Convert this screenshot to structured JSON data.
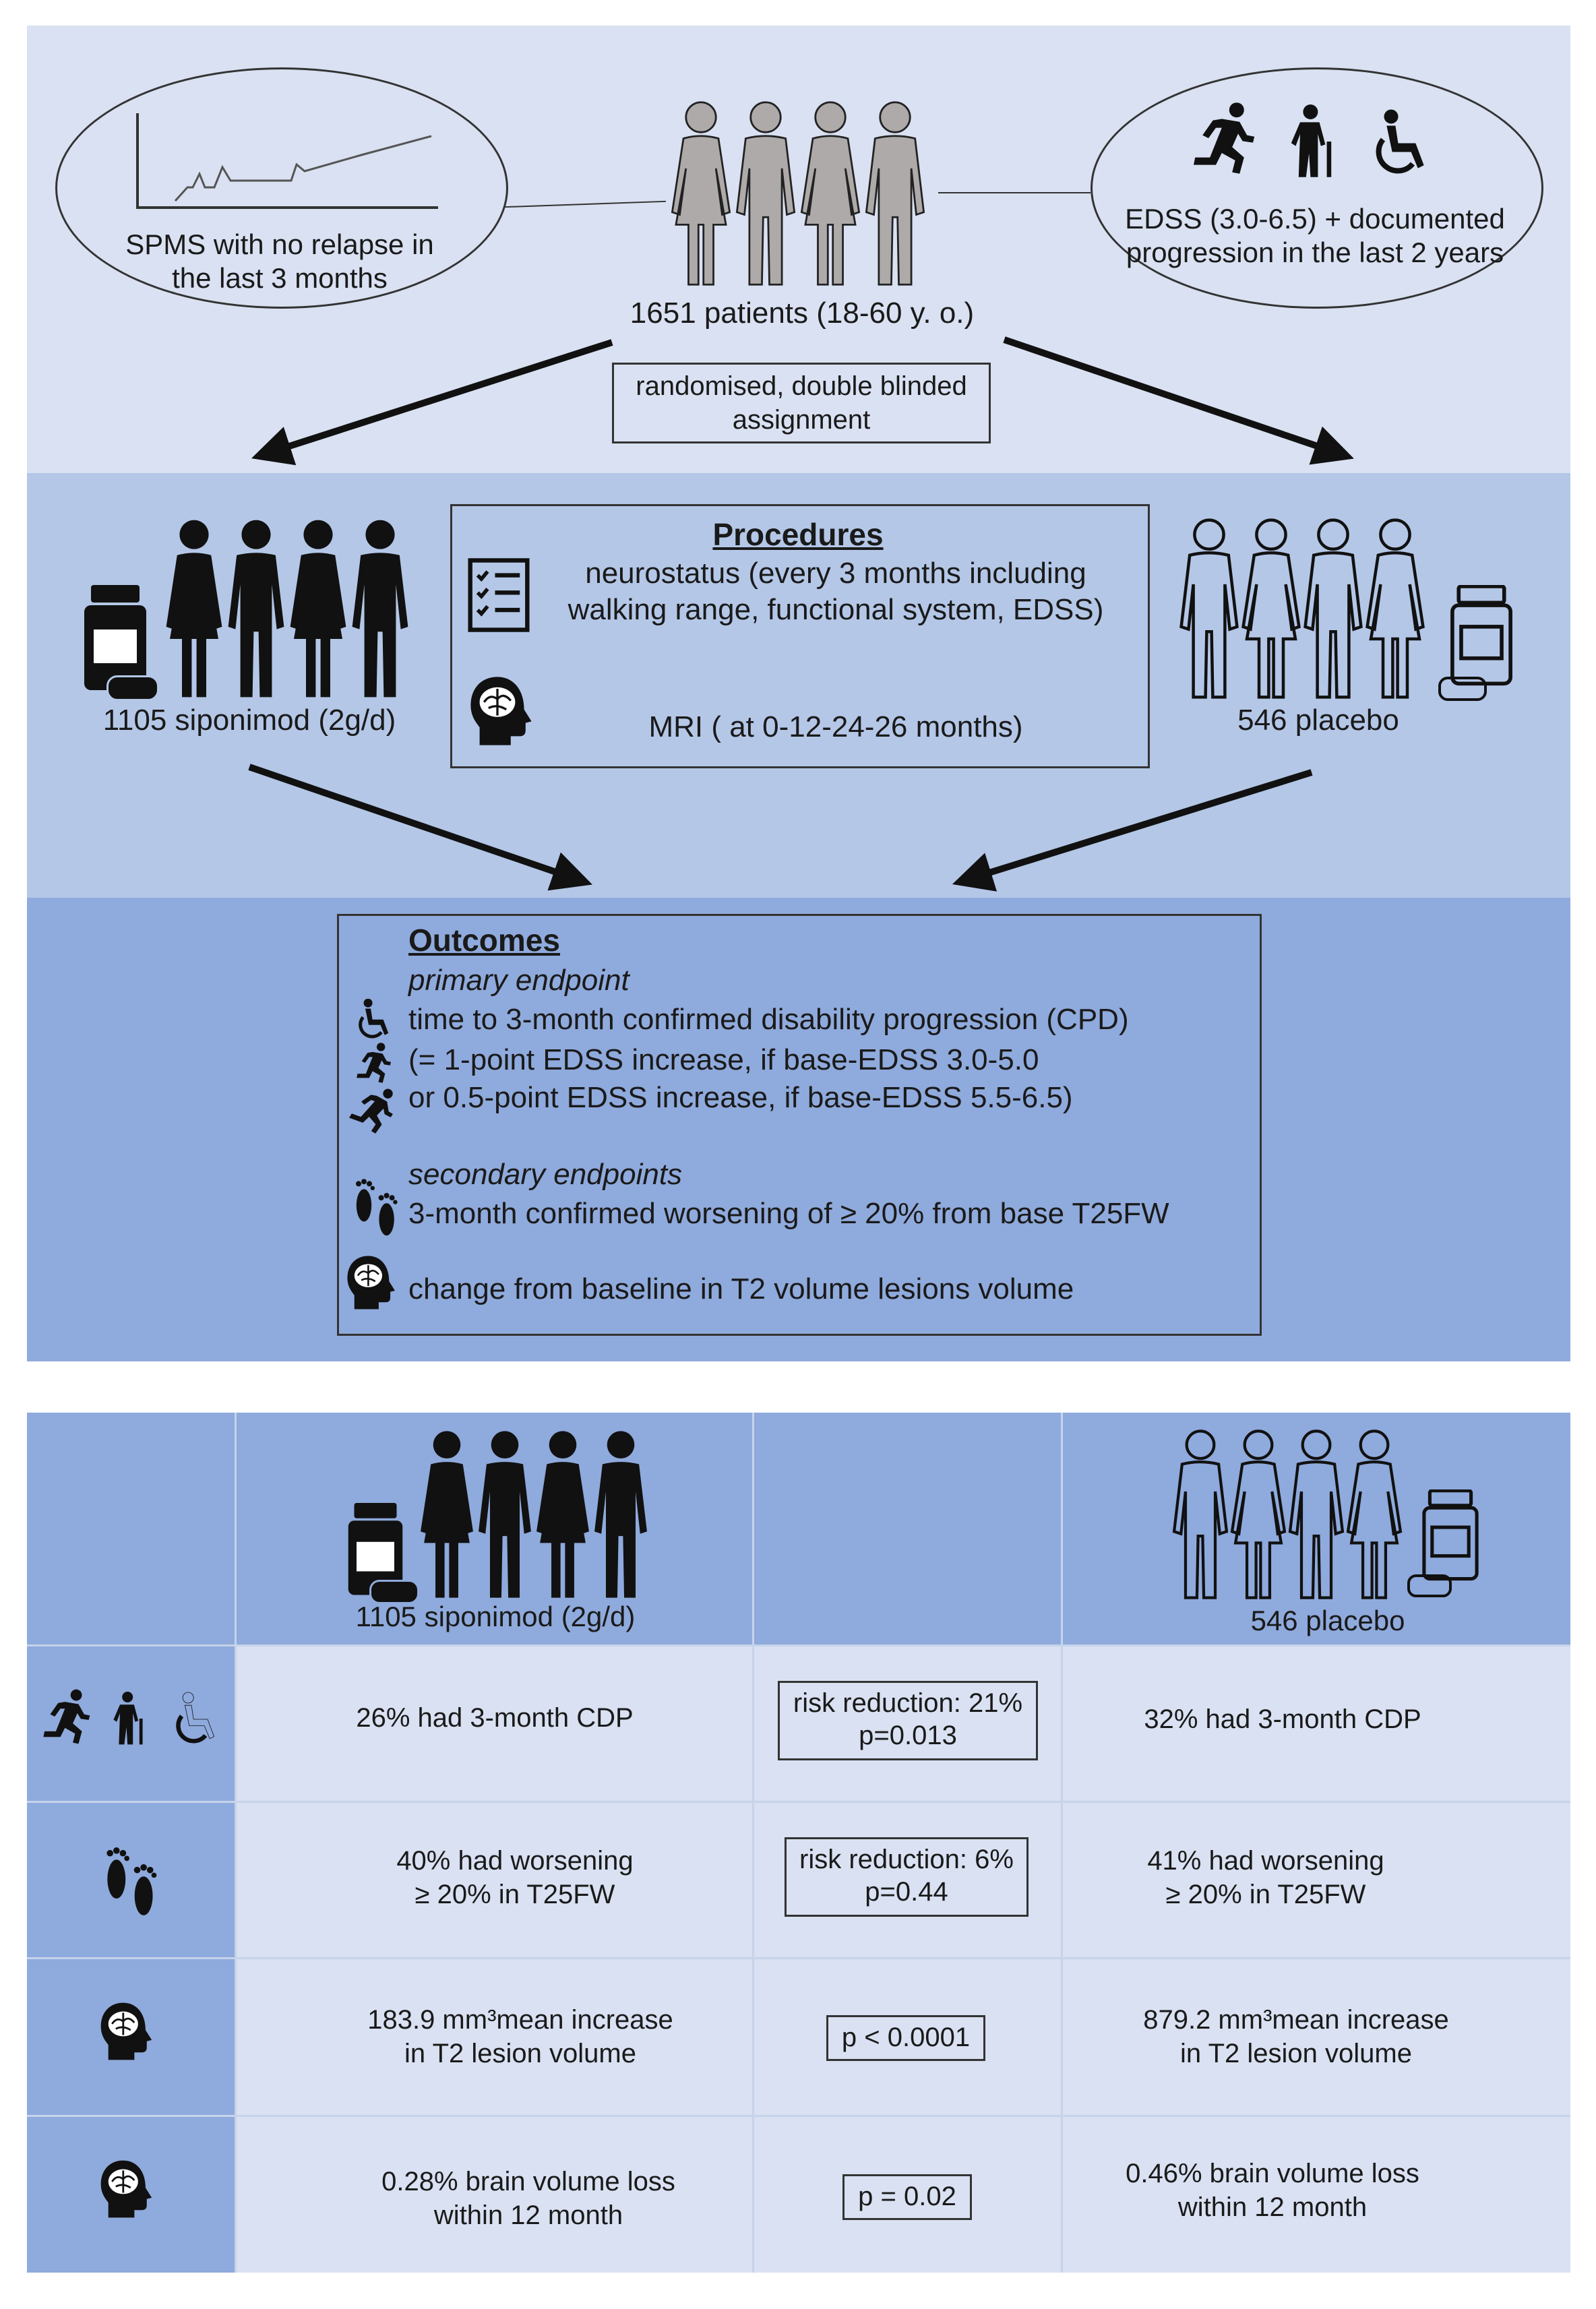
{
  "colors": {
    "band_top": "#d9e1f2",
    "band_mid": "#b4c7e7",
    "band_outcomes": "#8faadc",
    "table_header": "#8faadc",
    "table_icon_col": "#8faadc",
    "table_body": "#d9e1f2",
    "ink": "#1a1a1a",
    "grey_person": "#aeaaaa"
  },
  "top": {
    "left_ellipse_text": [
      "SPMS with no relapse in",
      "the last 3 months"
    ],
    "patients_label": "1651 patients (18-60 y. o.)",
    "right_ellipse_text": [
      "EDSS (3.0-6.5) + documented",
      "progression in the last 2 years"
    ],
    "assignment": [
      "randomised, double blinded",
      "assignment"
    ]
  },
  "procedures": {
    "title": "Procedures",
    "lines": [
      "neurostatus (every 3 months including",
      "walking range, functional system, EDSS)"
    ],
    "mri": "MRI ( at 0-12-24-26 months)",
    "siponimod_label": "1105 siponimod (2g/d)",
    "placebo_label": "546 placebo"
  },
  "outcomes": {
    "title": "Outcomes",
    "primary_heading": "primary endpoint",
    "primary_lines": [
      "time to 3-month confirmed disability progression (CPD)",
      "(= 1-point EDSS increase, if base-EDSS 3.0-5.0",
      "or 0.5-point EDSS increase, if base-EDSS 5.5-6.5)"
    ],
    "secondary_heading": "secondary endpoints",
    "secondary_line1": "3-month confirmed worsening of ≥ 20% from base T25FW",
    "secondary_line2": "change from baseline in T2 volume lesions volume"
  },
  "table": {
    "siponimod_label": "1105 siponimod (2g/d)",
    "placebo_label": "546 placebo",
    "rows": [
      {
        "icon": "disability-icons",
        "sip": [
          "26% had 3-month CDP"
        ],
        "stat": [
          "risk reduction: 21%",
          "p=0.013"
        ],
        "pla": [
          "32% had 3-month CDP"
        ]
      },
      {
        "icon": "footprints-icon",
        "sip": [
          "40% had worsening",
          "≥ 20% in T25FW"
        ],
        "stat": [
          "risk reduction: 6%",
          "p=0.44"
        ],
        "pla": [
          "41% had worsening",
          "≥ 20% in T25FW"
        ]
      },
      {
        "icon": "brain-head-icon",
        "sip": [
          "183.9 mm³mean increase",
          "in T2 lesion volume"
        ],
        "stat": [
          "p < 0.0001"
        ],
        "pla": [
          "879.2 mm³mean increase",
          "in T2 lesion volume"
        ]
      },
      {
        "icon": "brain-head-icon",
        "sip": [
          "0.28% brain volume loss",
          "within 12 month"
        ],
        "stat": [
          "p = 0.02"
        ],
        "pla": [
          "0.46% brain volume loss",
          "within 12 month"
        ]
      }
    ]
  }
}
